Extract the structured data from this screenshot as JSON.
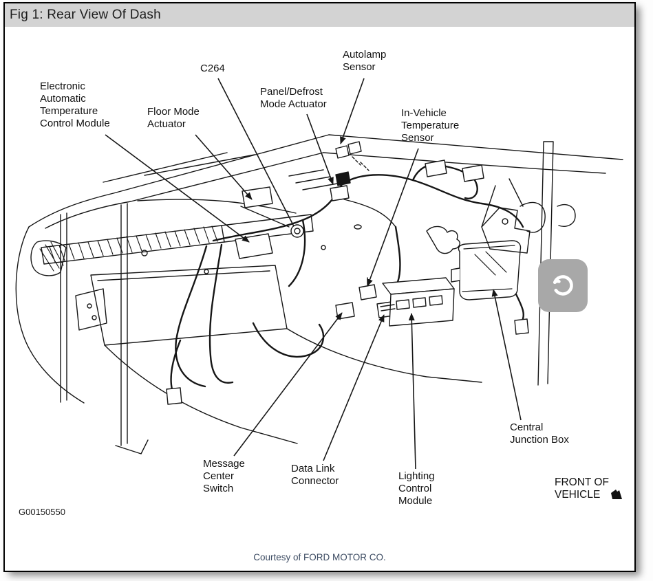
{
  "header": {
    "title": "Fig 1: Rear View Of Dash"
  },
  "labels": [
    {
      "id": "eatc-module",
      "text": "Electronic\nAutomatic\nTemperature\nControl Module"
    },
    {
      "id": "floor-mode-actuator",
      "text": "Floor Mode\nActuator"
    },
    {
      "id": "c264",
      "text": "C264"
    },
    {
      "id": "panel-defrost-mode-actuator",
      "text": "Panel/Defrost\nMode Actuator"
    },
    {
      "id": "autolamp-sensor",
      "text": "Autolamp\nSensor"
    },
    {
      "id": "in-vehicle-temperature-sensor",
      "text": "In-Vehicle\nTemperature\nSensor"
    },
    {
      "id": "message-center-switch",
      "text": "Message\nCenter\nSwitch"
    },
    {
      "id": "data-link-connector",
      "text": "Data Link\nConnector"
    },
    {
      "id": "lighting-control-module",
      "text": "Lighting\nControl\nModule"
    },
    {
      "id": "central-junction-box",
      "text": "Central\nJunction Box"
    }
  ],
  "annotations": {
    "front_of_vehicle": "FRONT OF\nVEHICLE",
    "figure_code": "G00150550",
    "credit": "Courtesy of FORD MOTOR CO."
  },
  "icons": {
    "reload": "reload-spinner-icon",
    "front_arrow": "arrow-down-right-icon"
  },
  "colors": {
    "header_bar": "#d3d3d3",
    "reload_button": "#a8a8a8",
    "line_art": "#161616",
    "credit_text": "#3d4c63"
  }
}
